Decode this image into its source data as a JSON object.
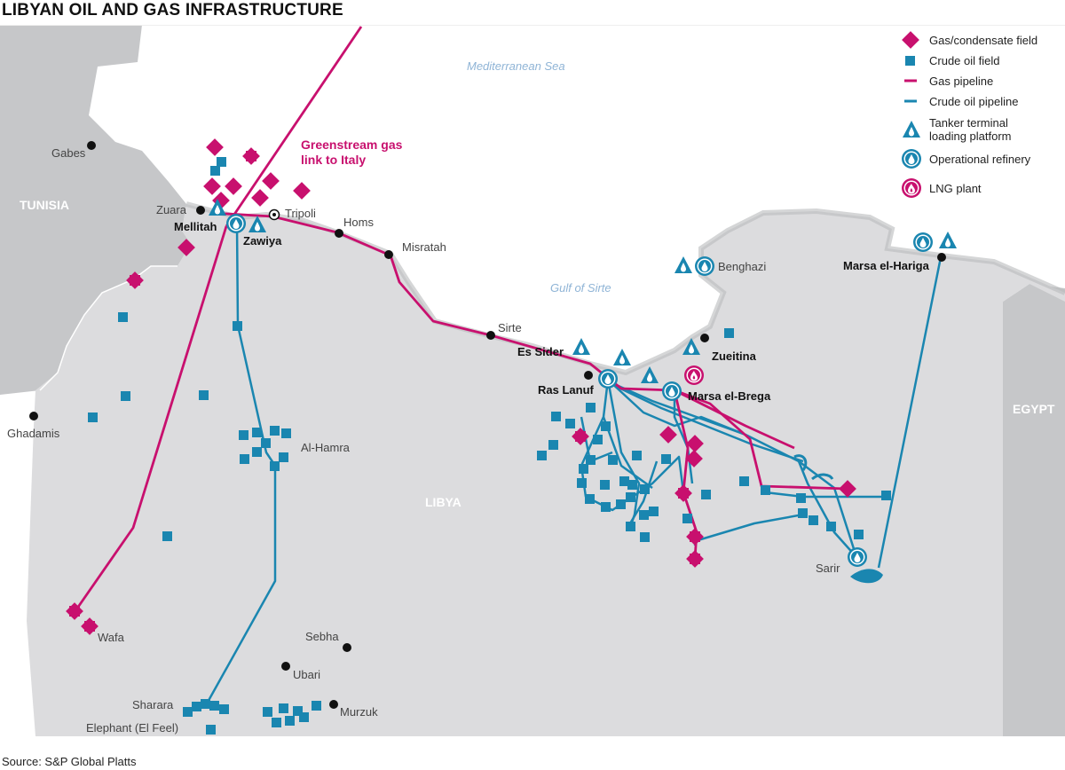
{
  "title": "LIBYAN OIL AND GAS INFRASTRUCTURE",
  "source": "Source: S&P Global Platts",
  "colors": {
    "gas": "#c8106e",
    "oil": "#1a86b0",
    "land": "#dcdcde",
    "neighbor": "#c6c7c9",
    "sea": "#ffffff"
  },
  "legend": {
    "gas_field": "Gas/condensate field",
    "oil_field": "Crude oil field",
    "gas_pipeline": "Gas pipeline",
    "oil_pipeline": "Crude oil pipeline",
    "tanker_line1": "Tanker terminal",
    "tanker_line2": "loading platform",
    "refinery": "Operational refinery",
    "lng": "LNG plant"
  },
  "seas": {
    "mediterranean": "Mediterranean Sea",
    "gulf_sirte": "Gulf of Sirte"
  },
  "countries": {
    "tunisia": "TUNISIA",
    "libya": "LIBYA",
    "egypt": "EGYPT"
  },
  "annotations": {
    "greenstream_line1": "Greenstream gas",
    "greenstream_line2": "link to Italy"
  },
  "places": {
    "gabes": "Gabes",
    "zuara": "Zuara",
    "mellitah": "Mellitah",
    "zawiya": "Zawiya",
    "tripoli": "Tripoli",
    "homs": "Homs",
    "misratah": "Misratah",
    "sirte": "Sirte",
    "es_sider": "Es Sider",
    "ras_lanuf": "Ras Lanuf",
    "zueitina": "Zueitina",
    "marsa_el_brega": "Marsa el-Brega",
    "benghazi": "Benghazi",
    "marsa_el_hariga": "Marsa el-Hariga",
    "ghadamis": "Ghadamis",
    "al_hamra": "Al-Hamra",
    "sarir": "Sarir",
    "sebha": "Sebha",
    "ubari": "Ubari",
    "murzuk": "Murzuk",
    "sharara": "Sharara",
    "elephant": "Elephant (El Feel)",
    "wafa": "Wafa"
  }
}
